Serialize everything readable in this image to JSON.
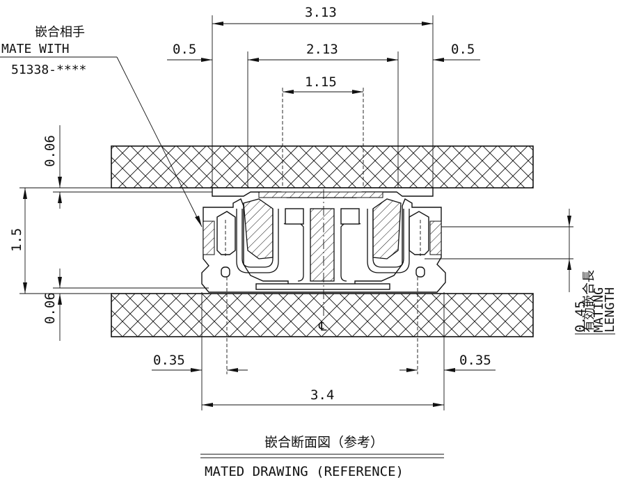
{
  "title": {
    "mate_with_jp": "嵌合相手",
    "mate_with_en": "MATE WITH",
    "mate_part": "51338-****"
  },
  "dimensions": {
    "overall_top": "3.13",
    "inner_top": "2.13",
    "left_offset": "0.5",
    "right_offset": "0.5",
    "center_gap": "1.15",
    "board_top": "0.06",
    "board_bottom": "0.06",
    "stack_height": "1.5",
    "mating_length": "0.45",
    "bottom_left": "0.35",
    "bottom_right": "0.35",
    "overall_bottom": "3.4"
  },
  "mating_length_label": {
    "jp": "有効嵌合長",
    "en1": "MATING",
    "en2": "LENGTH"
  },
  "centerline_symbol": "℄",
  "caption": {
    "jp": "嵌合断面図（参考）",
    "en": "MATED DRAWING (REFERENCE)"
  }
}
